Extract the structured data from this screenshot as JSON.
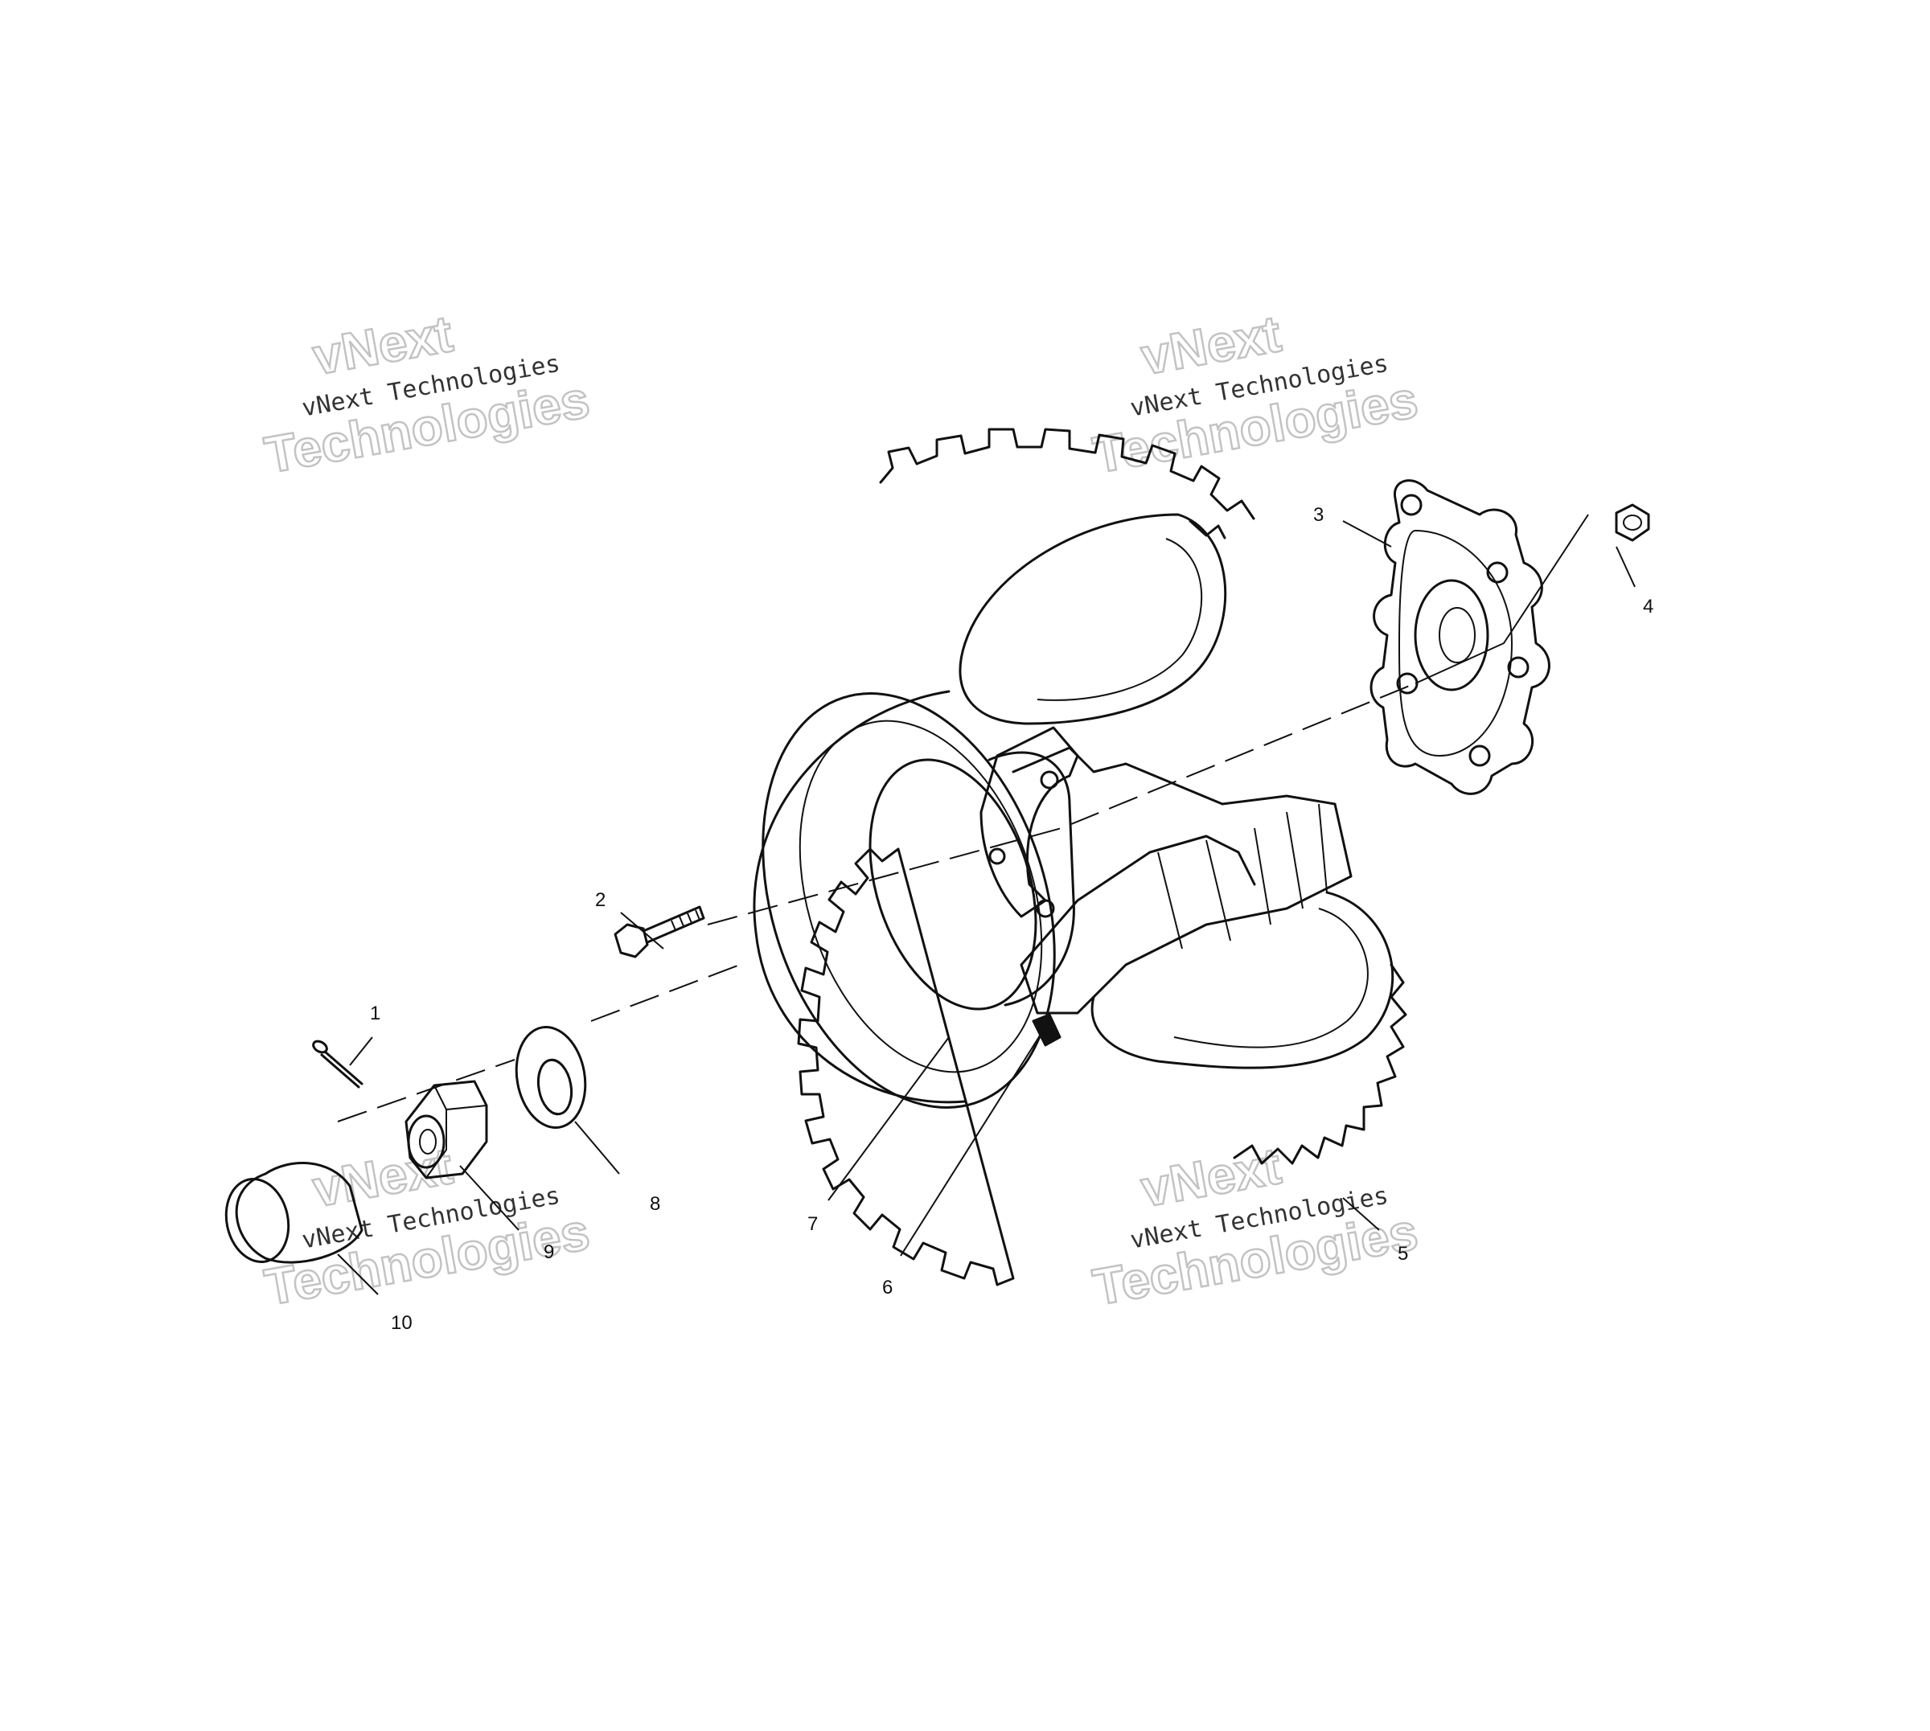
{
  "watermark": {
    "line_small": "vNext Technologies",
    "line_top": "vNext",
    "line_bottom": "Technologies"
  },
  "callouts": [
    "1",
    "2",
    "3",
    "4",
    "5",
    "6",
    "7",
    "8",
    "9",
    "10"
  ]
}
